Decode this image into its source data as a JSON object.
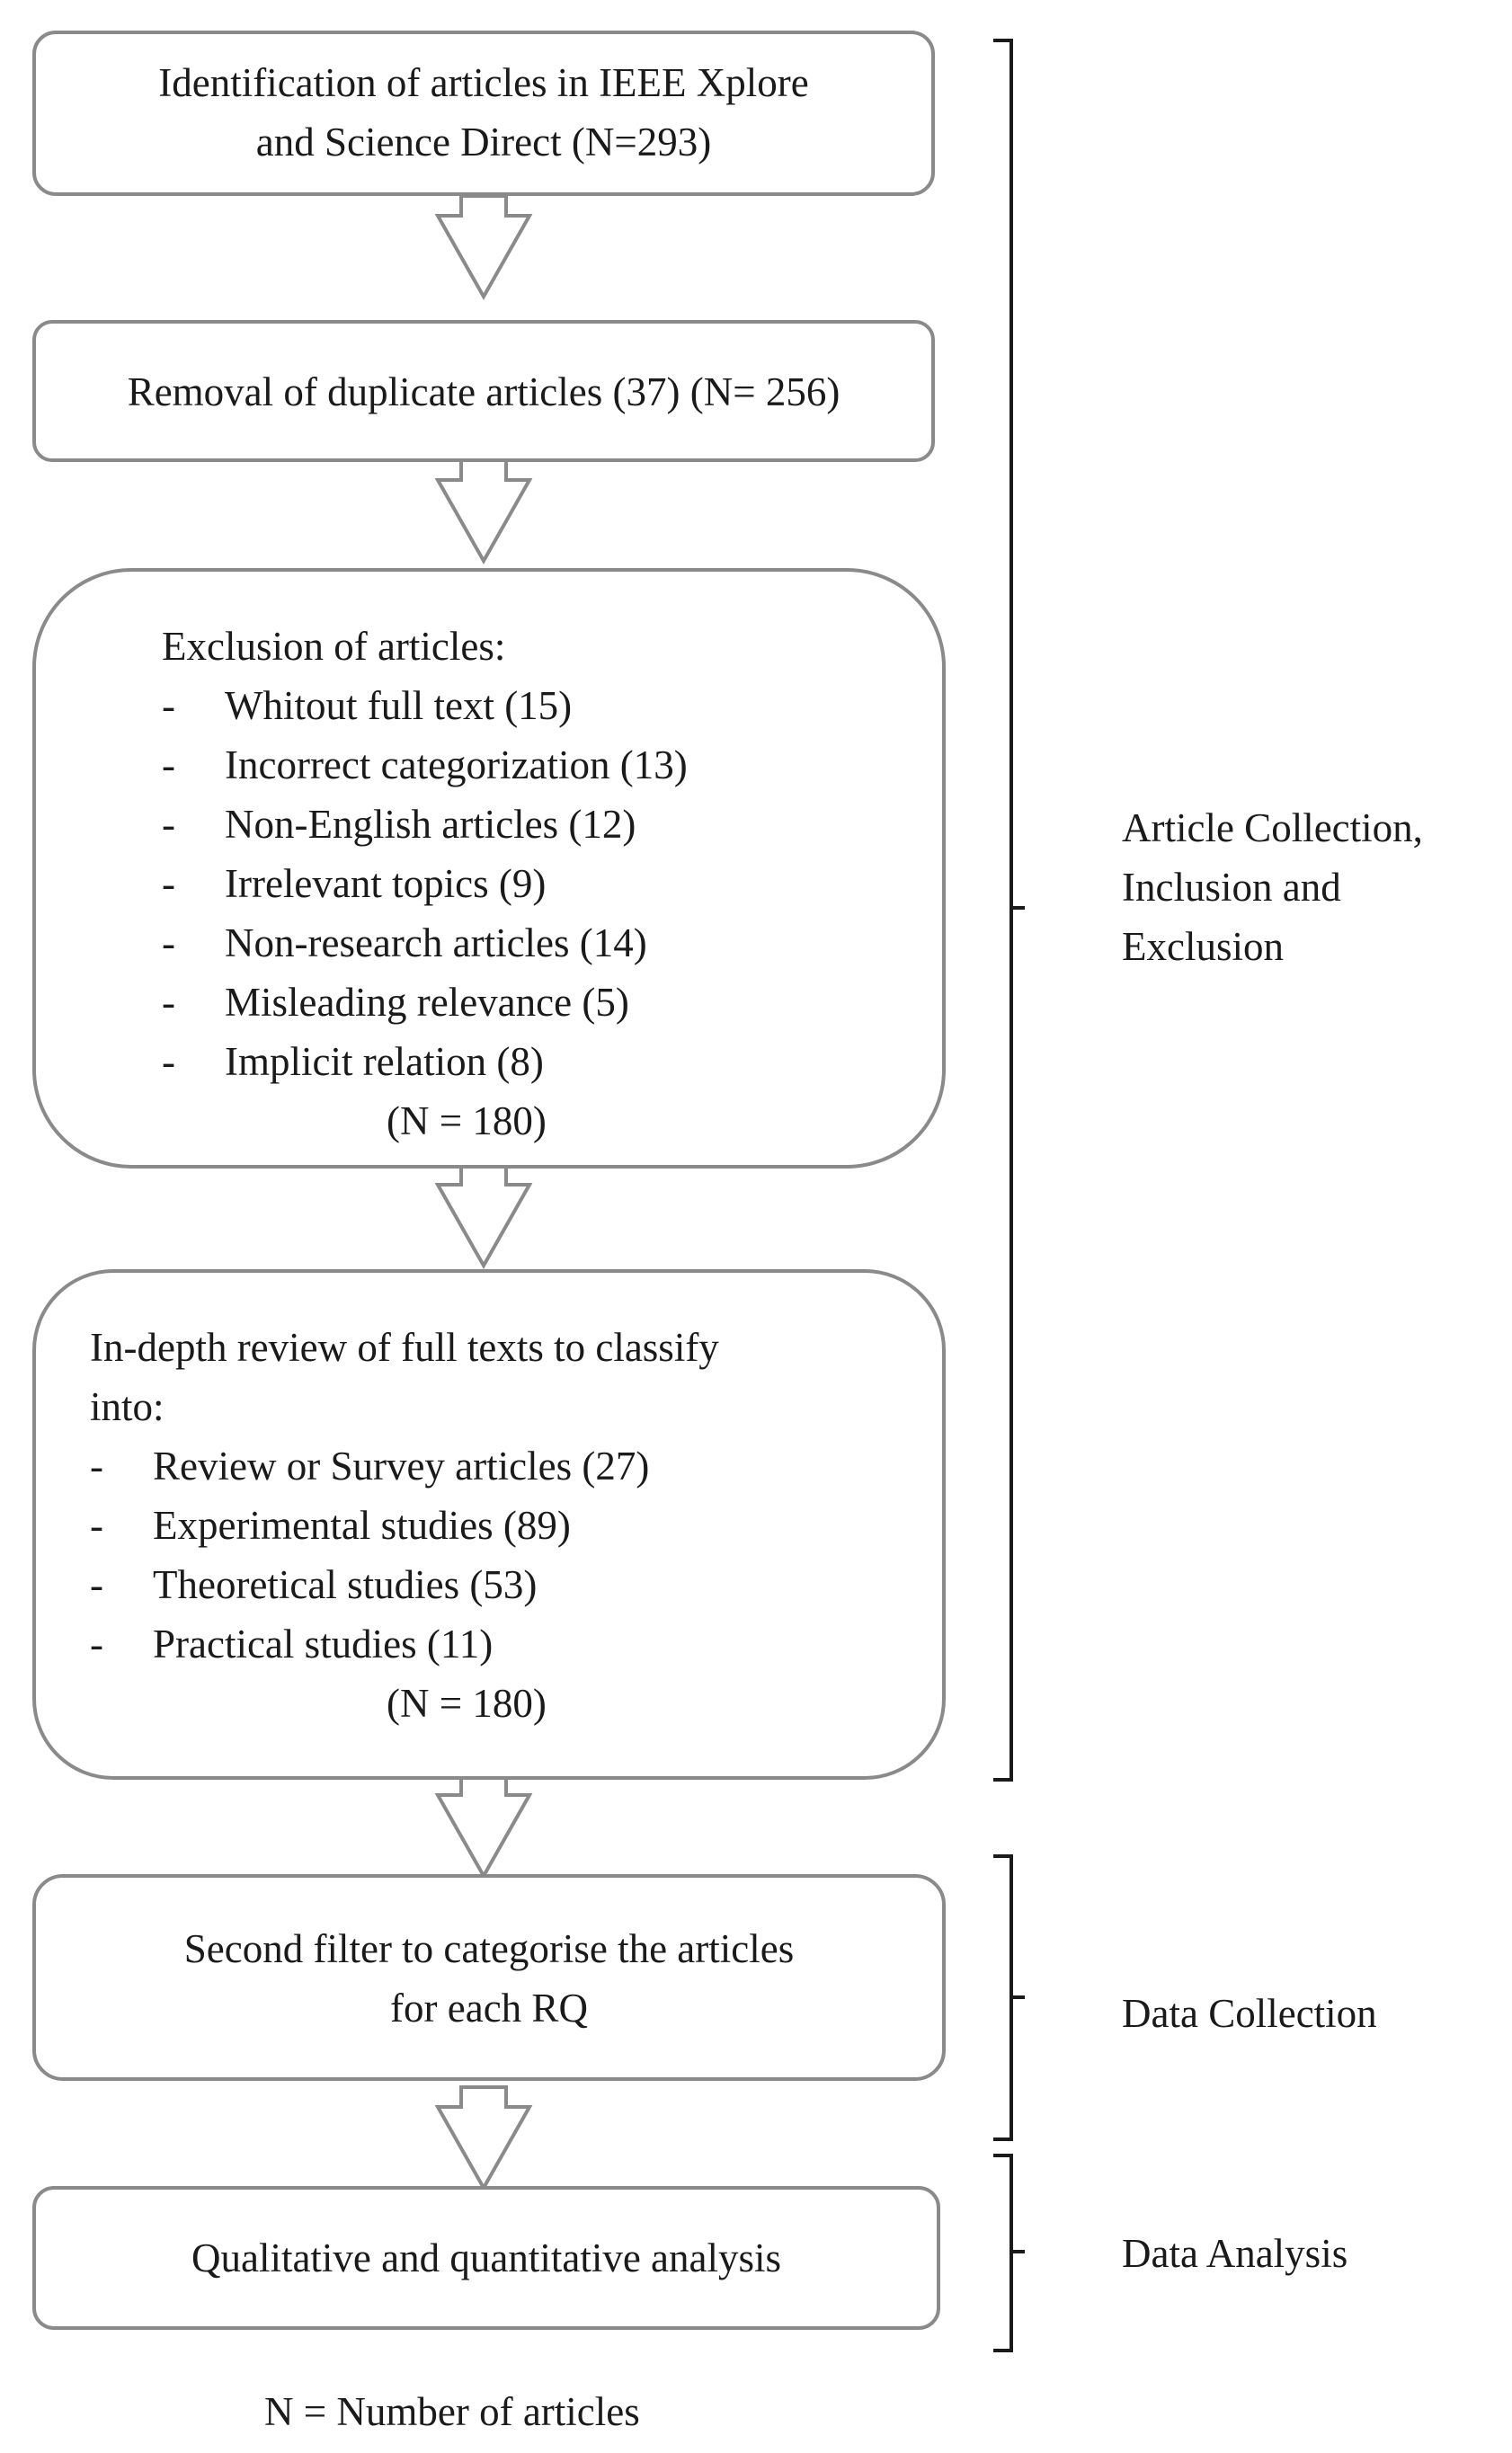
{
  "boxes": {
    "identification": [
      "Identification of articles in IEEE Xplore",
      "and Science Direct (N=293)"
    ],
    "duplicates": "Removal of duplicate articles (37) (N= 256)",
    "exclusion": {
      "heading": "Exclusion of articles:",
      "items": [
        "Whitout full text (15)",
        "Incorrect categorization (13)",
        "Non-English articles (12)",
        "Irrelevant topics (9)",
        "Non-research articles (14)",
        "Misleading relevance (5)",
        "Implicit relation (8)"
      ],
      "total": "(N = 180)"
    },
    "review": {
      "heading": [
        "In-depth review of full texts to classify",
        "into:"
      ],
      "items": [
        "Review or Survey articles (27)",
        "Experimental studies (89)",
        "Theoretical studies (53)",
        "Practical studies (11)"
      ],
      "total": "(N = 180)"
    },
    "second_filter": [
      "Second filter to categorise the articles",
      "for each RQ"
    ],
    "analysis": "Qualitative and quantitative analysis"
  },
  "bullet": "-",
  "phases": {
    "collection": [
      "Article Collection,",
      "Inclusion and",
      "Exclusion"
    ],
    "data_collection": "Data Collection",
    "data_analysis": "Data Analysis"
  },
  "footnote": "N = Number of articles"
}
